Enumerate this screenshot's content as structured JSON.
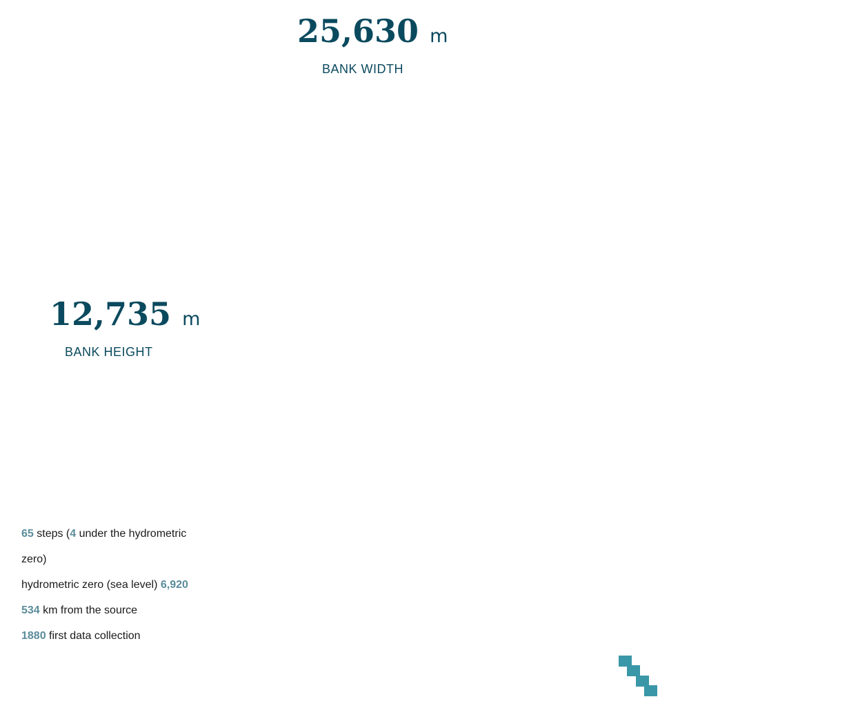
{
  "bank_width": {
    "value": "25,630",
    "unit": "m",
    "label": "BANK WIDTH"
  },
  "bank_height": {
    "value": "12,735",
    "unit": "m",
    "label": "BANK HEIGHT"
  },
  "facts": {
    "steps_count": "65",
    "steps_text": " steps  (",
    "under_count": "4",
    "under_text": " under the hydrometric",
    "under_text_2": "zero)",
    "zero_text": "hydrometric zero (sea level) ",
    "zero_value": "6,920",
    "distance_value": "534",
    "distance_text": " km from the source",
    "year_value": "1880",
    "year_text": "  first data collection"
  },
  "colors": {
    "primary": "#0b4a5e",
    "accent": "#5b8c9a",
    "icon": "#3a97a8"
  },
  "icon": "steps-icon"
}
